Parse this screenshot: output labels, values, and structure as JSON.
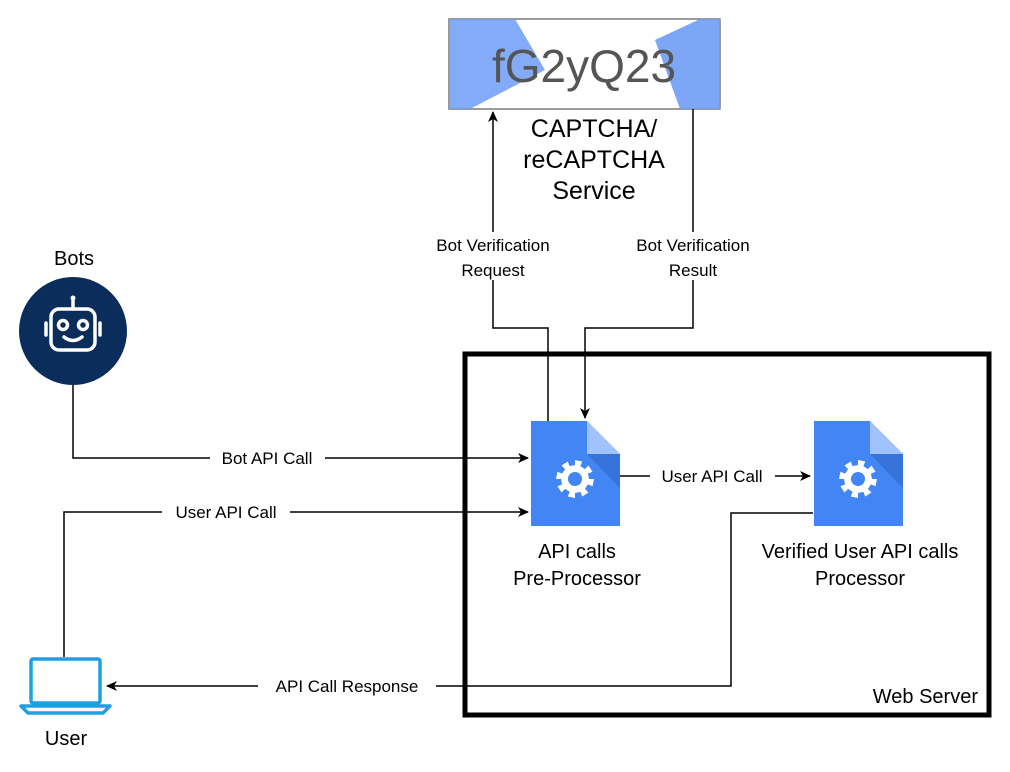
{
  "captcha": {
    "code": "fG2yQ23",
    "label_line1": "CAPTCHA/",
    "label_line2": "reCAPTCHA",
    "label_line3": "Service"
  },
  "bots": {
    "label": "Bots",
    "icon": "robot-icon",
    "circle_color": "#0b2d5b"
  },
  "user": {
    "label": "User",
    "icon": "laptop-icon",
    "icon_color": "#1ba1e2"
  },
  "web_server": {
    "label": "Web Server"
  },
  "preprocessor": {
    "label_line1": "API calls",
    "label_line2": "Pre-Processor",
    "icon": "gear-document-icon"
  },
  "processor": {
    "label_line1": "Verified User API calls",
    "label_line2": "Processor",
    "icon": "gear-document-icon"
  },
  "edges": {
    "bot_verification_request_line1": "Bot Verification",
    "bot_verification_request_line2": "Request",
    "bot_verification_result_line1": "Bot Verification",
    "bot_verification_result_line2": "Result",
    "bot_api_call": "Bot API Call",
    "user_api_call_in": "User API Call",
    "user_api_call_internal": "User API Call",
    "api_call_response": "API Call Response"
  },
  "colors": {
    "doc_blue": "#4285f4",
    "doc_fold": "#a0c3ff",
    "captcha_stripe": "#6f9cf6"
  }
}
